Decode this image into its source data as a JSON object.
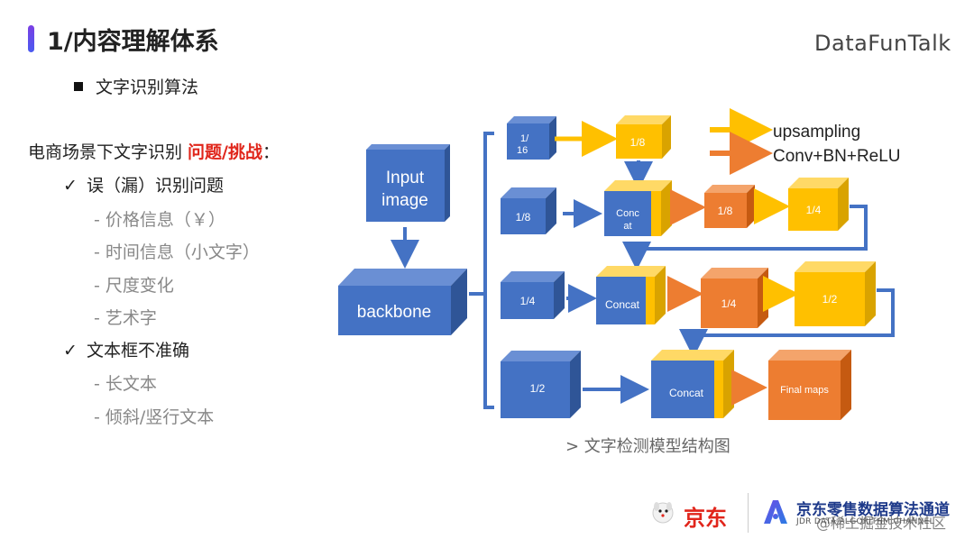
{
  "header": {
    "title": "1/内容理解体系",
    "brand": "DataFunTalk"
  },
  "subheading": "文字识别算法",
  "problem": {
    "prefix": "电商场景下文字识别 ",
    "highlight": "问题/挑战",
    "suffix": "："
  },
  "items": [
    {
      "kind": "check",
      "text": "误（漏）识别问题"
    },
    {
      "kind": "sub",
      "text": "- 价格信息（￥）"
    },
    {
      "kind": "sub",
      "text": "- 时间信息（小文字）"
    },
    {
      "kind": "sub",
      "text": "- 尺度变化"
    },
    {
      "kind": "sub",
      "text": "- 艺术字"
    },
    {
      "kind": "check",
      "text": "文本框不准确"
    },
    {
      "kind": "sub",
      "text": "- 长文本"
    },
    {
      "kind": "sub",
      "text": "- 倾斜/竖行文本"
    }
  ],
  "check_glyph": "✓",
  "diagram": {
    "legend": {
      "upsampling": "upsampling",
      "conv": "Conv+BN+ReLU"
    },
    "input_line1": "Input",
    "input_line2": "image",
    "backbone": "backbone",
    "r1_feat_a": "1/",
    "r1_feat_b": "16",
    "r1_up": "1/8",
    "r2_feat": "1/8",
    "r2_concat_a": "Conc",
    "r2_concat_b": "at",
    "r2_conv": "1/8",
    "r2_up": "1/4",
    "r3_feat": "1/4",
    "r3_concat": "Concat",
    "r3_conv": "1/4",
    "r3_up": "1/2",
    "r4_feat": "1/2",
    "r4_concat": "Concat",
    "r4_final": "Final maps"
  },
  "colors": {
    "blue": "#4472c4",
    "orange": "#ed7d31",
    "yellow": "#ffc000",
    "red": "#e0261b"
  },
  "caption": "> 文字检测模型结构图",
  "footer": {
    "jd": "京东",
    "channel_title": "京东零售数据算法通道",
    "channel_sub": "JDR DATA ALGORITHM CHANNEL",
    "watermark": "@稀土掘金技术社区"
  }
}
